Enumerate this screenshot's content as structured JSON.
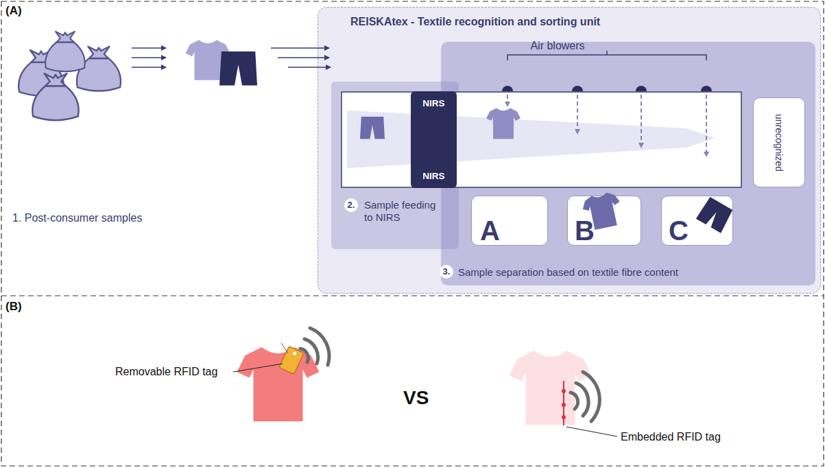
{
  "diagram": {
    "nodes": [
      {
        "text": [
          "REISKAtex - Textile recognition and sorting unit"
        ]
      },
      {
        "text": [
          "2.",
          "Sample feeding to NIRS"
        ],
        "in": 0
      },
      {
        "text": [
          "3.",
          "Sample separation based on textile fibre content"
        ],
        "in": 0
      },
      {
        "text": [
          "NIRS",
          "NIRS"
        ],
        "in": 0
      },
      {
        "text": [
          "A"
        ],
        "in": 2
      },
      {
        "text": [
          "B"
        ],
        "in": 2
      },
      {
        "text": [
          "C"
        ],
        "in": 2
      },
      {
        "text": [
          "unrecognized"
        ],
        "in": 2
      }
    ],
    "labels": [
      "(A)",
      "Air blowers",
      "1. Post-consumer samples",
      "(B)",
      "Removable RFID tag",
      "VS",
      "Embedded RFID tag"
    ]
  }
}
